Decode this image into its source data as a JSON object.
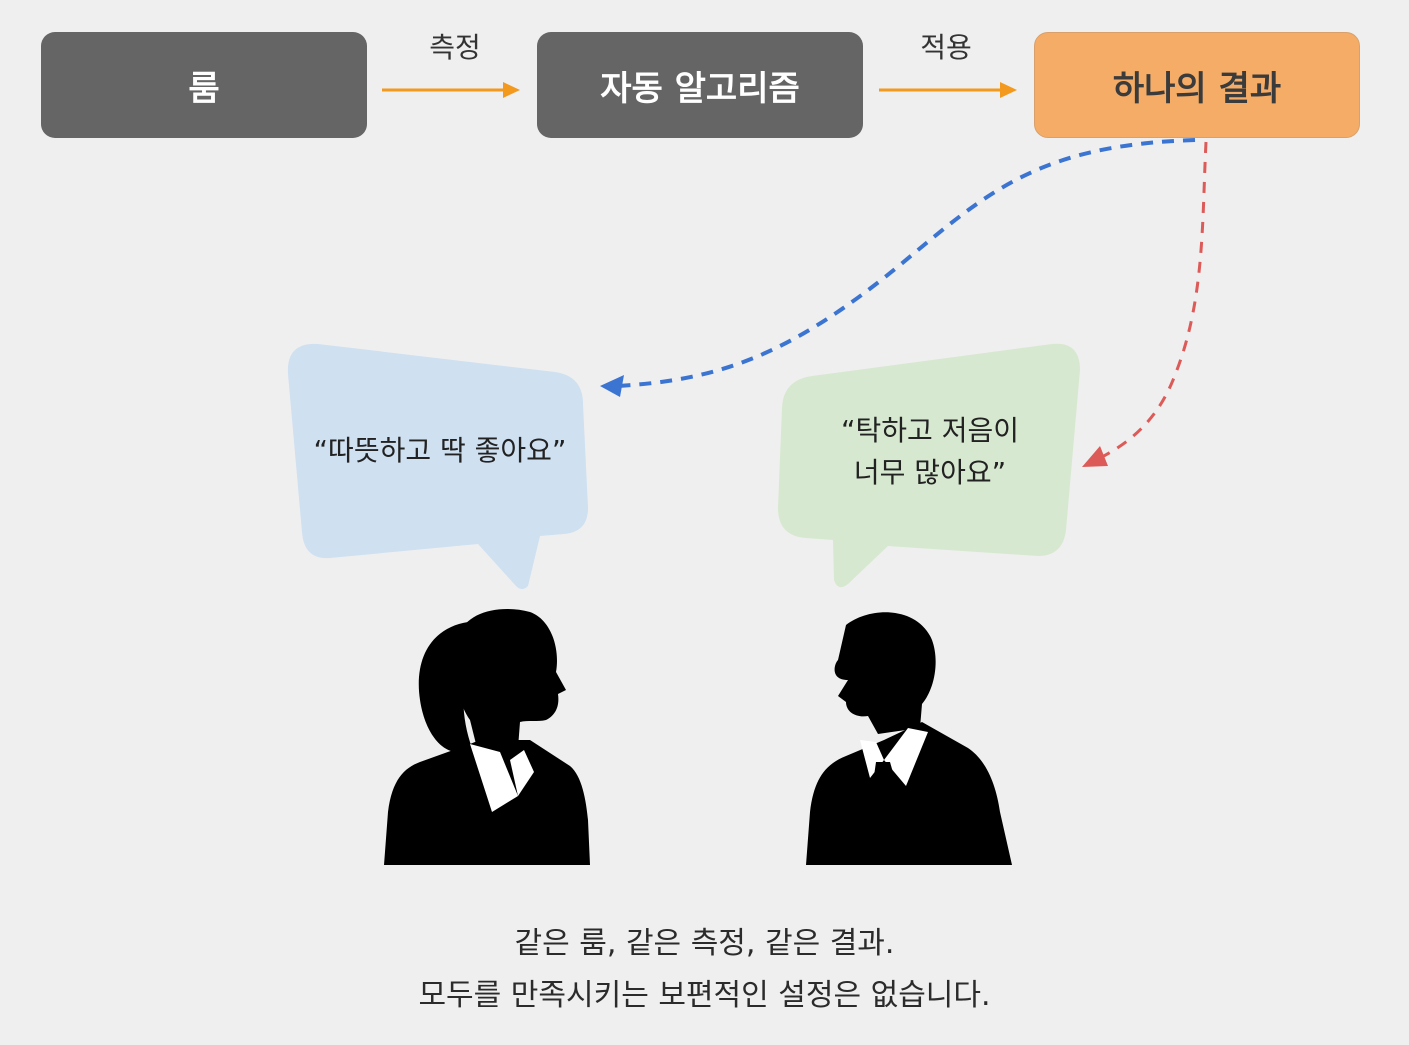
{
  "flow": {
    "step1": "룸",
    "step2": "자동 알고리즘",
    "step3": "하나의 결과",
    "arrow1_label": "측정",
    "arrow2_label": "적용"
  },
  "feedback": {
    "left_quote": "“따뜻하고 딱 좋아요”",
    "right_quote_line1": "“탁하고 저음이",
    "right_quote_line2": "너무 많아요”"
  },
  "caption": {
    "line1": "같은 룸, 같은 측정, 같은 결과.",
    "line2": "모두를 만족시키는 보편적인 설정은 없습니다."
  },
  "colors": {
    "box_dark": "#656565",
    "box_result": "#f4ac66",
    "arrow_orange": "#f39a1e",
    "dashed_blue": "#3b74d1",
    "dashed_red": "#dc5a58",
    "bubble_blue": "#cfe0f1",
    "bubble_green": "#d7e8d0"
  }
}
